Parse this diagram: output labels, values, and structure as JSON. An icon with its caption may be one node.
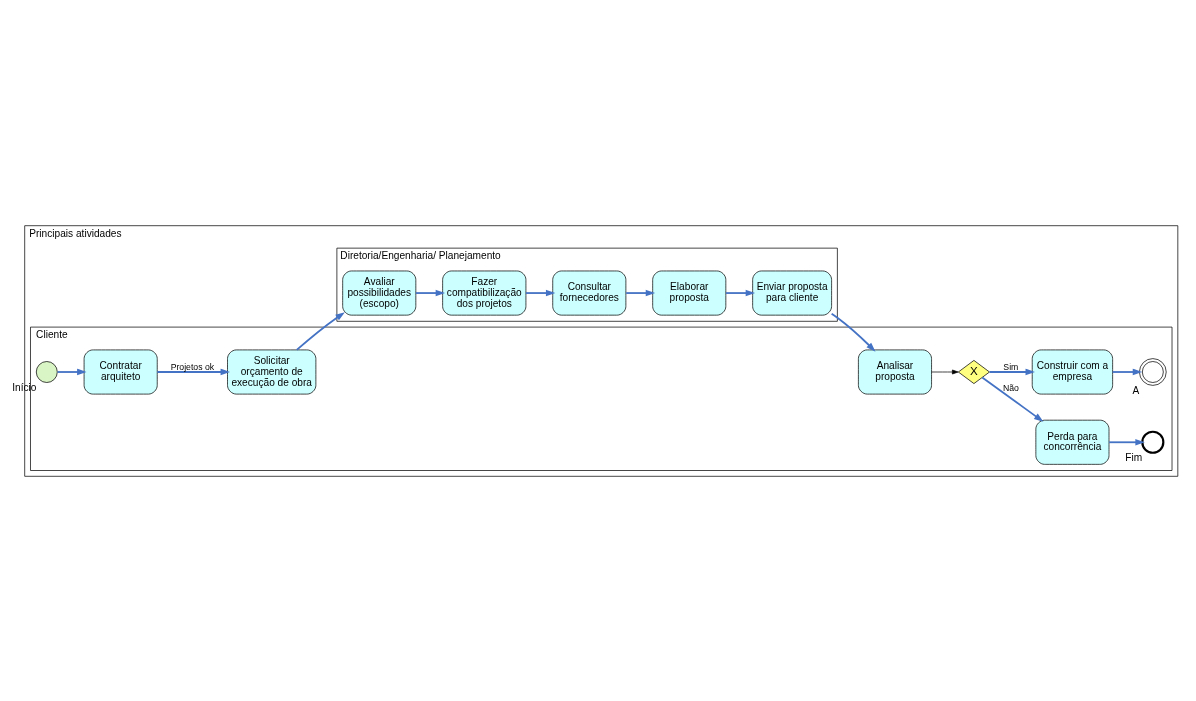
{
  "diagram": {
    "nodes": [
      {
        "text": [
          "Principais atividades"
        ]
      },
      {
        "text": [
          "Cliente"
        ],
        "in": 0
      },
      {
        "text": [
          "Diretoria/Engenharia/ Planejamento"
        ],
        "in": 0
      },
      {
        "text": [],
        "shape": "circle",
        "beside": [
          "Início"
        ],
        "in": 1
      },
      {
        "text": [
          "Contratar arquiteto"
        ],
        "in": 1
      },
      {
        "text": [
          "Solicitar orçamento de execução de obra"
        ],
        "in": 1
      },
      {
        "text": [
          "Analisar proposta"
        ],
        "in": 1
      },
      {
        "text": [
          "X"
        ],
        "in": 1
      },
      {
        "text": [
          "Perda para concorrência"
        ],
        "in": 1
      },
      {
        "text": [],
        "shape": "circle",
        "beside": [
          "Fim"
        ],
        "in": 1
      },
      {
        "text": [
          "Construir com a empresa"
        ],
        "in": 1
      },
      {
        "text": [],
        "shape": "circle",
        "beside": [
          "A"
        ],
        "in": 1
      },
      {
        "text": [
          "Avaliar possibilidades (escopo)"
        ],
        "in": 2
      },
      {
        "text": [
          "Fazer compatibilização dos projetos"
        ],
        "in": 2
      },
      {
        "text": [
          "Consultar fornecedores"
        ],
        "in": 2
      },
      {
        "text": [
          "Elaborar proposta"
        ],
        "in": 2
      },
      {
        "text": [
          "Enviar proposta para cliente"
        ],
        "in": 2
      }
    ],
    "edges": [
      {
        "from": 3,
        "to": 4,
        "arrow": "to"
      },
      {
        "from": 4,
        "to": 5,
        "arrow": "to",
        "label": "Projetos ok"
      },
      {
        "from": 5,
        "to": 12,
        "arrow": "to"
      },
      {
        "from": 12,
        "to": 13,
        "arrow": "to"
      },
      {
        "from": 13,
        "to": 14,
        "arrow": "to"
      },
      {
        "from": 14,
        "to": 15,
        "arrow": "to"
      },
      {
        "from": 15,
        "to": 16,
        "arrow": "to"
      },
      {
        "from": 16,
        "to": 6,
        "arrow": "to"
      },
      {
        "from": 6,
        "to": 7,
        "arrow": "to",
        "color": "#000000"
      },
      {
        "from": 7,
        "to": 8,
        "arrow": "to",
        "label": "Não"
      },
      {
        "from": 7,
        "to": 10,
        "arrow": "to",
        "label": "Sim"
      },
      {
        "from": 8,
        "to": 9,
        "arrow": "to"
      },
      {
        "from": 10,
        "to": 11,
        "arrow": "to"
      }
    ]
  }
}
